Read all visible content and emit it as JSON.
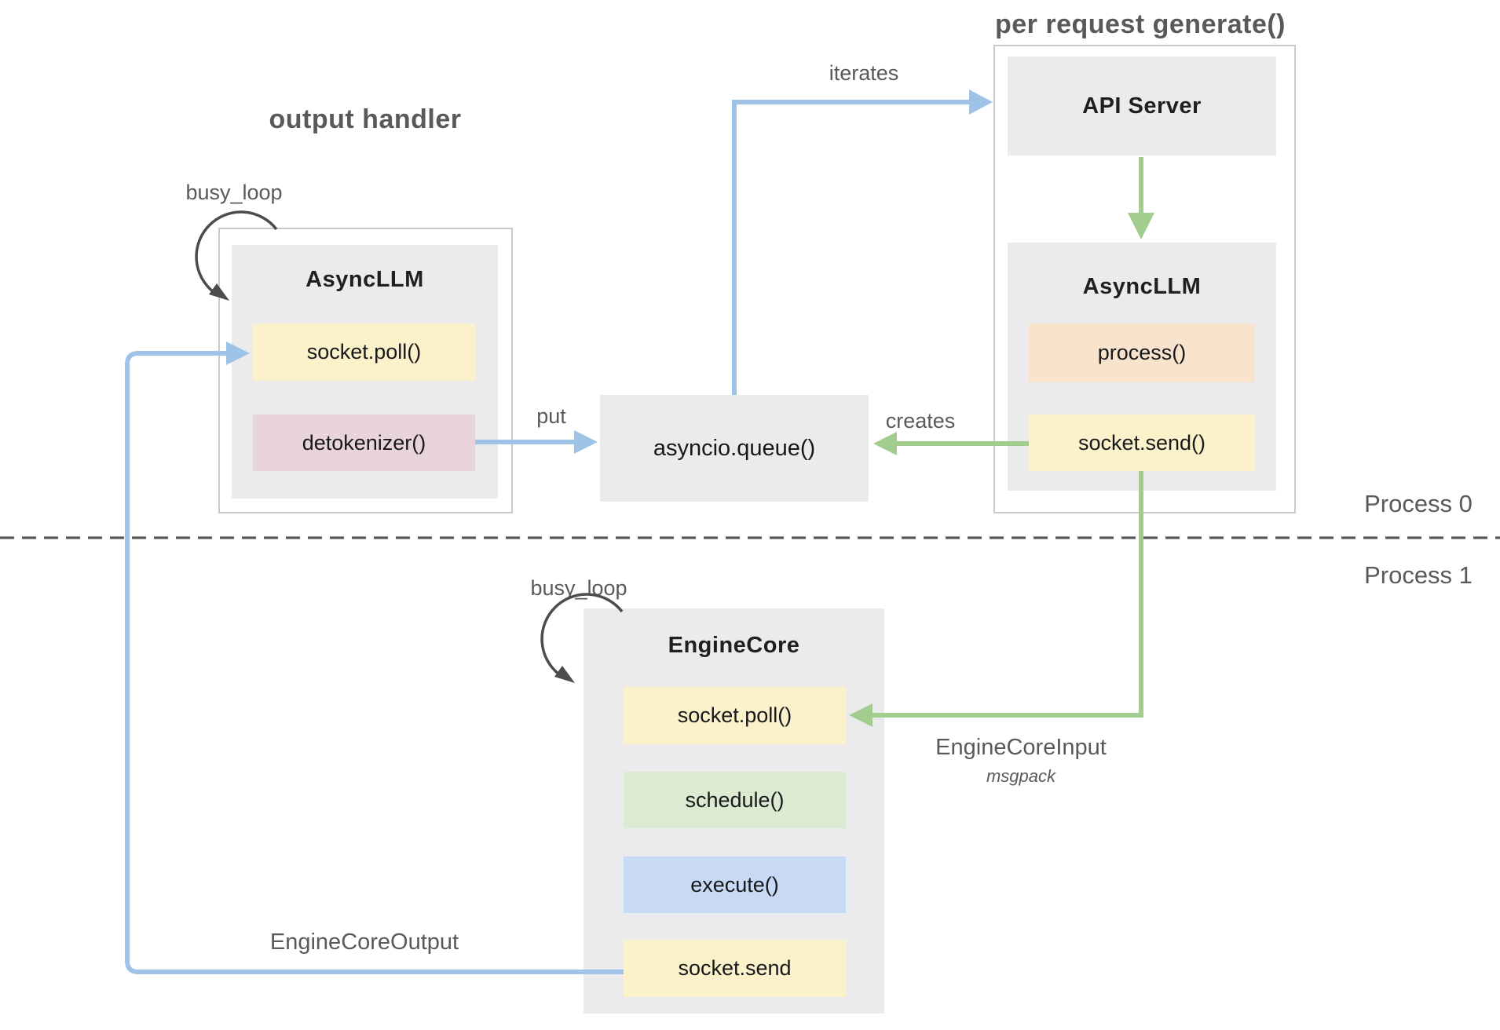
{
  "colors": {
    "arrow_blue": "#9fc2e7",
    "arrow_green": "#a3cd8e",
    "loop_gray": "#4c4c4c",
    "box_gray": "#ebebed",
    "row_yellow": "#fbf1ca",
    "row_peach": "#f8e3cd",
    "row_pink": "#e9d4de",
    "row_green": "#dcead2",
    "row_blue": "#c8d9f6",
    "label_gray": "#58595b",
    "outer_border": "#cbcbcb",
    "divider_gray": "#5a5a5a"
  },
  "labels": {
    "output_handler": "output handler",
    "per_request": "per request generate()",
    "busy_loop_left": "busy_loop",
    "busy_loop_bottom": "busy_loop",
    "iterates": "iterates",
    "put": "put",
    "creates": "creates",
    "process0": "Process 0",
    "process1": "Process 1",
    "engine_core_input": "EngineCoreInput",
    "msgpack": "msgpack",
    "engine_core_output": "EngineCoreOutput"
  },
  "output_handler_group": {
    "title": "AsyncLLM",
    "rows": [
      {
        "label": "socket.poll()",
        "color": "yellow"
      },
      {
        "label": "detokenizer()",
        "color": "pink"
      }
    ]
  },
  "per_request_group": {
    "api_server_title": "API Server",
    "async_llm_title": "AsyncLLM",
    "rows": [
      {
        "label": "process()",
        "color": "peach"
      },
      {
        "label": "socket.send()",
        "color": "yellow"
      }
    ]
  },
  "queue": {
    "label": "asyncio.queue()"
  },
  "engine_core": {
    "title": "EngineCore",
    "rows": [
      {
        "label": "socket.poll()",
        "color": "yellow"
      },
      {
        "label": "schedule()",
        "color": "green"
      },
      {
        "label": "execute()",
        "color": "blue"
      },
      {
        "label": "socket.send",
        "color": "yellow"
      }
    ]
  }
}
